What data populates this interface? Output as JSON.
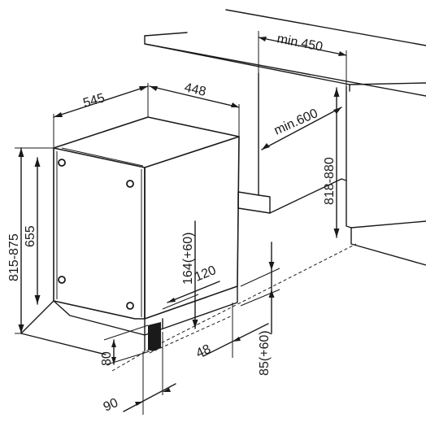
{
  "dimensions": {
    "width_depth": "545",
    "width": "448",
    "height_range": "815-875",
    "height_body": "655",
    "plinth_height": "80",
    "toe_kick": "90",
    "door_offset": "164(+60)",
    "gap_120": "120",
    "gap_48": "48",
    "plinth_gap": "85(+60)",
    "niche_width": "min.450",
    "niche_depth": "min.600",
    "niche_height": "818-880"
  }
}
